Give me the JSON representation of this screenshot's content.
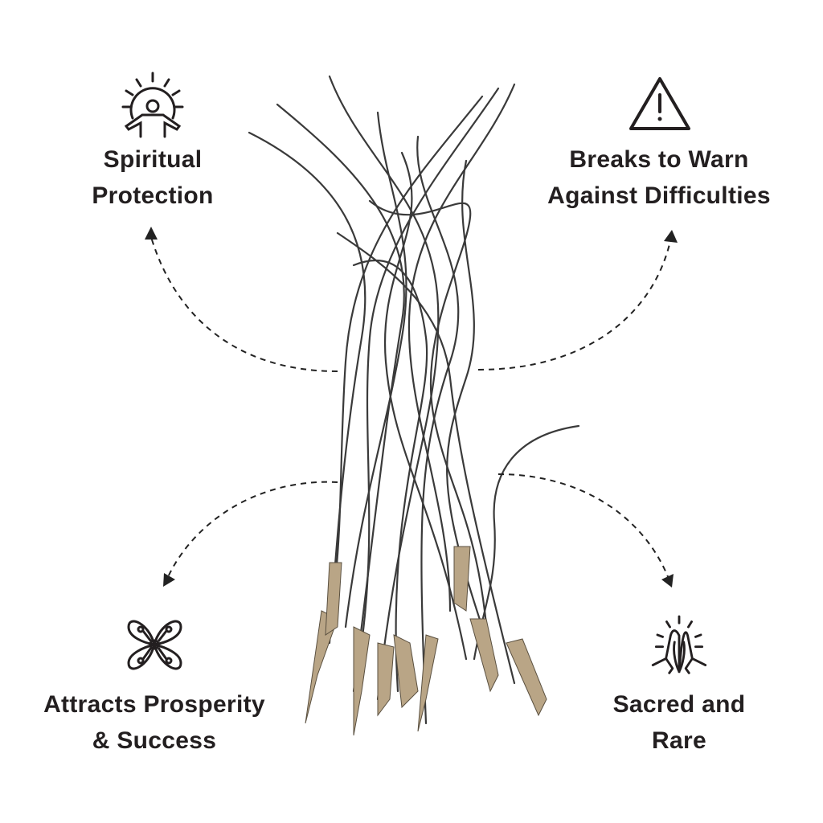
{
  "benefits": [
    {
      "icon": "spiritual-aura-person-icon",
      "line1": "Spiritual",
      "line2": "Protection"
    },
    {
      "icon": "warning-triangle-icon",
      "line1": "Breaks to Warn",
      "line2": "Against Difficulties"
    },
    {
      "icon": "butterfly-network-icon",
      "line1": "Attracts Prosperity",
      "line2": "& Success"
    },
    {
      "icon": "praying-hands-icon",
      "line1": "Sacred and",
      "line2": "Rare"
    }
  ],
  "colors": {
    "text": "#231f20",
    "strand": "#3a3a3a",
    "tip": "#b9a586",
    "arrow": "#222222"
  }
}
